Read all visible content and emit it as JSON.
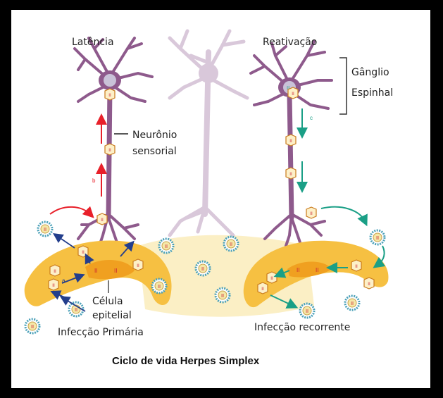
{
  "labels": {
    "latencia": "Latência",
    "reativacao": "Reativação",
    "ganglio": "Gânglio",
    "espinhal": "Espinhal",
    "neuronio": "Neurônio",
    "sensorial": "sensorial",
    "celula": "Célula",
    "epitelial": "epitelial",
    "infeccao_primaria": "Infecção Primária",
    "infeccao_recorrente": "Infecção recorrente",
    "title": "Ciclo de vida Herpes Simplex",
    "step_a": "a",
    "step_b": "b",
    "step_c": "c",
    "virion_mark": "II"
  },
  "colors": {
    "neuron": "#8e5a8c",
    "neuron_faded": "#d9c8da",
    "cell": "#f6c042",
    "nucleus": "#f0a020",
    "cell_bg": "#fbefc5",
    "red_arrow": "#e8202a",
    "green_arrow": "#1a9f86",
    "blue_arrow": "#233e8c",
    "virion_ring": "#4aa0b8"
  }
}
